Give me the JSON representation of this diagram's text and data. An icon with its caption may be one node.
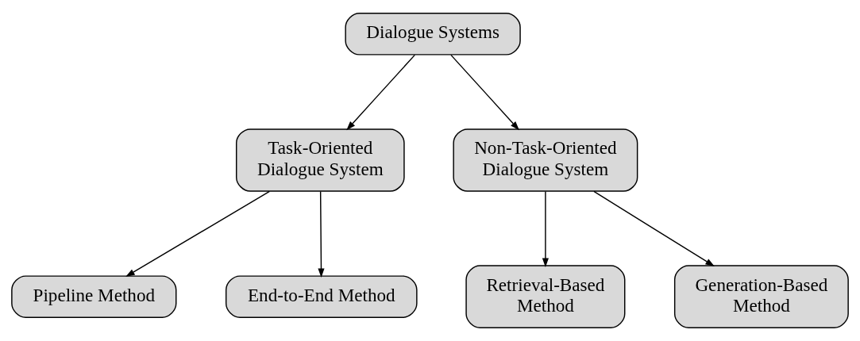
{
  "diagram": {
    "nodes": [
      {
        "text": [
          "Dialogue Systems"
        ]
      },
      {
        "text": [
          "Task-Oriented Dialogue System"
        ]
      },
      {
        "text": [
          "Non-Task-Oriented Dialogue System"
        ]
      },
      {
        "text": [
          "Pipeline Method"
        ]
      },
      {
        "text": [
          "End-to-End Method"
        ]
      },
      {
        "text": [
          "Retrieval-Based Method"
        ]
      },
      {
        "text": [
          "Generation-Based Method"
        ]
      }
    ],
    "edges": [
      {
        "from": 0,
        "to": 1,
        "arrow": "to"
      },
      {
        "from": 0,
        "to": 2,
        "arrow": "to"
      },
      {
        "from": 1,
        "to": 3,
        "arrow": "to"
      },
      {
        "from": 1,
        "to": 4,
        "arrow": "to"
      },
      {
        "from": 2,
        "to": 5,
        "arrow": "to"
      },
      {
        "from": 2,
        "to": 6,
        "arrow": "to"
      }
    ]
  }
}
